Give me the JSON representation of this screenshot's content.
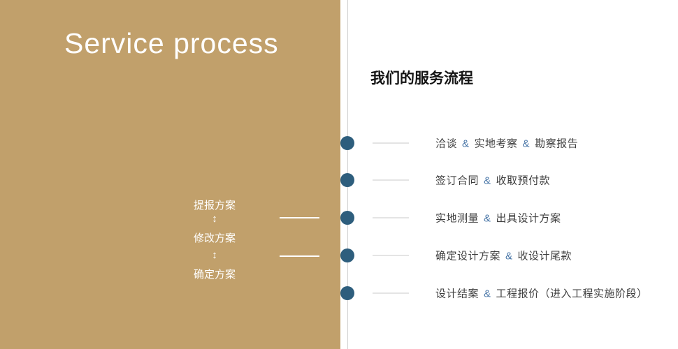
{
  "colors": {
    "gold": "#c1a06b",
    "dot": "#2e5e7d",
    "amp": "#4a77a8",
    "text": "#3f3f3f",
    "line_gray": "#c9c9c9"
  },
  "left_panel": {
    "title": "Service process",
    "plan_steps": [
      "提报方案",
      "修改方案",
      "确定方案"
    ],
    "arrow_glyph": "↕"
  },
  "right_panel": {
    "heading": "我们的服务流程",
    "separator": "&",
    "items": [
      {
        "parts": [
          "洽谈",
          "实地考察",
          "勘察报告"
        ]
      },
      {
        "parts": [
          "签订合同",
          "收取预付款"
        ]
      },
      {
        "parts": [
          "实地测量",
          "出具设计方案"
        ]
      },
      {
        "parts": [
          "确定设计方案",
          "收设计尾款"
        ]
      },
      {
        "parts": [
          "设计结案",
          "工程报价（进入工程实施阶段）"
        ]
      }
    ]
  }
}
